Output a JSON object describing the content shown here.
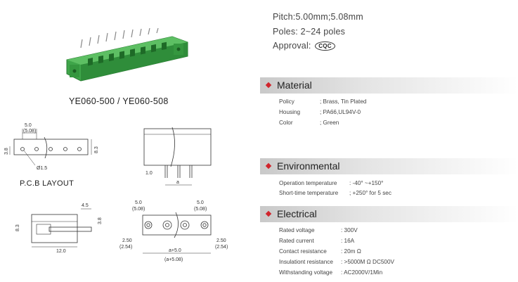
{
  "product": {
    "model_caption": "YE060-500 / YE060-508"
  },
  "specs": {
    "pitch": "Pitch:5.00mm;5.08mm",
    "poles": "Poles: 2~24 poles",
    "approval_label": "Approval:",
    "approval_badge": "CQC"
  },
  "drawings": {
    "pcb_layout_label": "P.C.B  LAYOUT",
    "pcb": {
      "pitch_a": "5.0",
      "pitch_b": "(5.08)",
      "height": "3.8",
      "width": "8.3",
      "hole": "Ø1.5"
    },
    "front": {
      "pin_offset": "1.0",
      "span": "a"
    },
    "side": {
      "top": "4.5",
      "right": "3.8",
      "left": "8.3",
      "bottom": "12.0"
    },
    "plug": {
      "top_left_a": "5.0",
      "top_left_b": "(5.08)",
      "top_right_a": "5.0",
      "top_right_b": "(5.08)",
      "left_a": "2.50",
      "left_b": "(2.54)",
      "right_a": "2.50",
      "right_b": "(2.54)",
      "bottom_a": "a+5.0",
      "bottom_b": "(a+5.08)"
    }
  },
  "sections": [
    {
      "title": "Material",
      "rows": [
        {
          "key": "Policy",
          "value": "; Brass, Tin Plated"
        },
        {
          "key": "Housing",
          "value": "; PA66,UL94V-0"
        },
        {
          "key": "Color",
          "value": "; Green"
        }
      ]
    },
    {
      "title": "Environmental",
      "rows": [
        {
          "key": "Operation temperature",
          "value": ": -40° ~+150°"
        },
        {
          "key": "Short-time temperature",
          "value": "; +250° for 5 sec"
        }
      ]
    },
    {
      "title": "Electrical",
      "rows": [
        {
          "key": "Rated voltage",
          "value": ": 300V"
        },
        {
          "key": "Rated current",
          "value": ": 16A"
        },
        {
          "key": "Contact resistance",
          "value": ": 20m Ω"
        },
        {
          "key": "Insulationt resistance",
          "value": ": >5000M Ω  DC500V"
        },
        {
          "key": "Withstanding voltage",
          "value": ": AC2000V/1Min"
        }
      ]
    }
  ]
}
